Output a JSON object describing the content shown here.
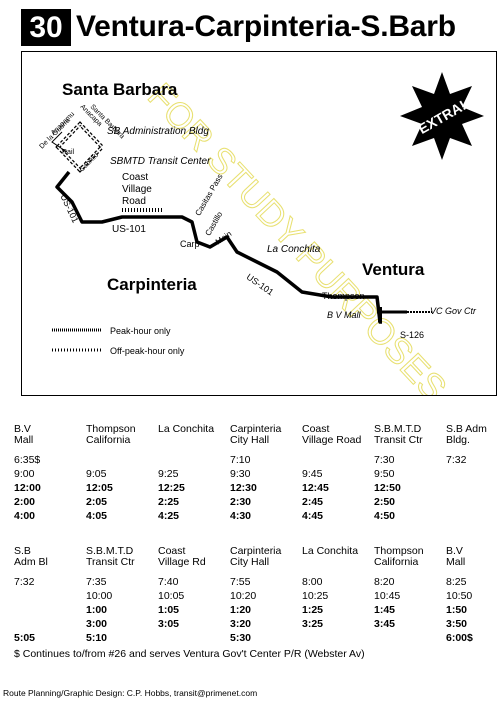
{
  "header": {
    "route_number": "30",
    "title": "Ventura-Carpinteria-S.Barb"
  },
  "map": {
    "labels": {
      "santa_barbara": "Santa Barbara",
      "carpinteria": "Carpinteria",
      "ventura": "Ventura",
      "sb_admin": "SB Administration Bldg",
      "sbmtd": "SBMTD Transit Center",
      "coast_village_1": "Coast",
      "coast_village_2": "Village",
      "coast_village_3": "Road",
      "us101_a": "US-101",
      "us101_b": "US-101",
      "us101_c": "US-101",
      "carp": "Carp",
      "castillo": "Castillo",
      "casitas_pass": "Casitas Pass",
      "la_conchita": "La Conchita",
      "thompson": "Thompson",
      "bv_mall": "B V Mall",
      "vc_govctr": "VC Gov Ctr",
      "s126": "S-126",
      "anapamu": "Anapamu",
      "de_la_guerra": "De la Guerra",
      "anacapa": "Anacapa",
      "santa_barbara_st": "Santa Barbara",
      "cabrillo": "Cabrillo",
      "rail": "Rail",
      "main": "Main"
    },
    "extra_badge": "EXTRA!",
    "watermark": "FOR STUDY PURPOSES ONLY",
    "legend": {
      "peak": "Peak-hour only",
      "offpeak": "Off-peak-hour only"
    }
  },
  "schedule_southbound": {
    "headers": [
      [
        "B.V",
        "Mall"
      ],
      [
        "Thompson",
        "California"
      ],
      [
        "La Conchita",
        ""
      ],
      [
        "Carpinteria",
        "City Hall"
      ],
      [
        "Coast",
        "Village Road"
      ],
      [
        "S.B.M.T.D",
        "Transit Ctr"
      ],
      [
        "S.B Adm",
        "Bldg."
      ]
    ],
    "rows": [
      {
        "bold": false,
        "cells": [
          "6:35$",
          "",
          "",
          "7:10",
          "",
          "7:30",
          "7:32"
        ]
      },
      {
        "bold": false,
        "cells": [
          "9:00",
          "9:05",
          "9:25",
          "9:30",
          "9:45",
          "9:50",
          ""
        ]
      },
      {
        "bold": true,
        "cells": [
          "12:00",
          "12:05",
          "12:25",
          "12:30",
          "12:45",
          "12:50",
          ""
        ]
      },
      {
        "bold": true,
        "cells": [
          "2:00",
          "2:05",
          "2:25",
          "2:30",
          "2:45",
          "2:50",
          ""
        ]
      },
      {
        "bold": true,
        "cells": [
          "4:00",
          "4:05",
          "4:25",
          "4:30",
          "4:45",
          "4:50",
          ""
        ]
      }
    ]
  },
  "schedule_northbound": {
    "headers": [
      [
        "S.B",
        "Adm Bl"
      ],
      [
        "S.B.M.T.D",
        "Transit Ctr"
      ],
      [
        "Coast",
        "Village Rd"
      ],
      [
        "Carpinteria",
        "City Hall"
      ],
      [
        "La Conchita",
        ""
      ],
      [
        "Thompson",
        "California"
      ],
      [
        "B.V",
        "Mall"
      ]
    ],
    "rows": [
      {
        "bold": false,
        "cells": [
          "7:32",
          "7:35",
          "7:40",
          "7:55",
          "8:00",
          "8:20",
          "8:25"
        ]
      },
      {
        "bold": false,
        "cells": [
          "",
          "10:00",
          "10:05",
          "10:20",
          "10:25",
          "10:45",
          "10:50"
        ]
      },
      {
        "bold": true,
        "cells": [
          "",
          "1:00",
          "1:05",
          "1:20",
          "1:25",
          "1:45",
          "1:50"
        ]
      },
      {
        "bold": true,
        "cells": [
          "",
          "3:00",
          "3:05",
          "3:20",
          "3:25",
          "3:45",
          "3:50"
        ]
      },
      {
        "bold": true,
        "cells": [
          "5:05",
          "5:10",
          "",
          "5:30",
          "",
          "",
          "6:00$"
        ]
      }
    ]
  },
  "footnote": "$ Continues to/from #26 and serves Ventura Gov't Center P/R (Webster Av)",
  "credits": "Route Planning/Graphic Design: C.P. Hobbs, transit@primenet.com"
}
